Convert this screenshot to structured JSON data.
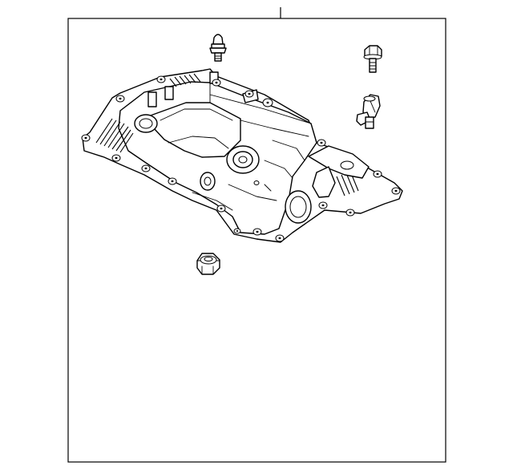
{
  "diagram": {
    "type": "parts-illustration",
    "parts": [
      {
        "name": "valve-cover-assembly"
      },
      {
        "name": "stud-pin"
      },
      {
        "name": "bolt"
      },
      {
        "name": "sensor"
      },
      {
        "name": "nut"
      }
    ],
    "callout_count": 1
  }
}
